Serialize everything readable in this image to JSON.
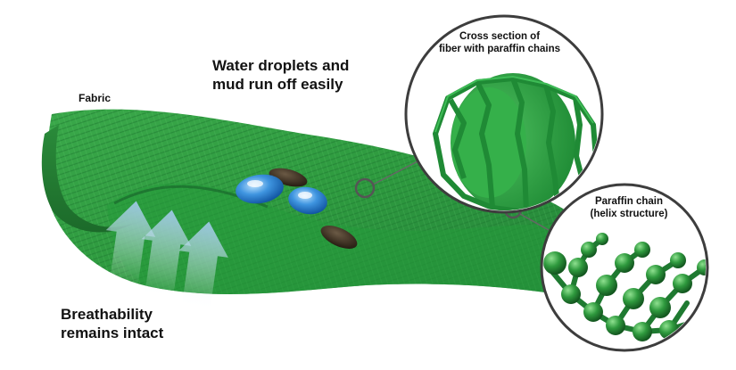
{
  "labels": {
    "fabric": "Fabric",
    "water_line1": "Water droplets and",
    "water_line2": "mud run off easily",
    "breath_line1": "Breathability",
    "breath_line2": "remains intact",
    "cross_line1": "Cross section of",
    "cross_line2": "fiber with paraffin chains",
    "helix_line1": "Paraffin chain",
    "helix_line2": "(helix structure)"
  },
  "colors": {
    "fabric_green": "#2e9a3f",
    "fabric_dark": "#1f6e2c",
    "droplet_blue": "#2f86d8",
    "mud_brown": "#3b2f22",
    "arrow_blue": "#a9cde8"
  },
  "icons": {
    "droplet": "water-droplet-icon",
    "mud": "mud-clump-icon",
    "arrow": "upward-air-arrow-icon"
  }
}
